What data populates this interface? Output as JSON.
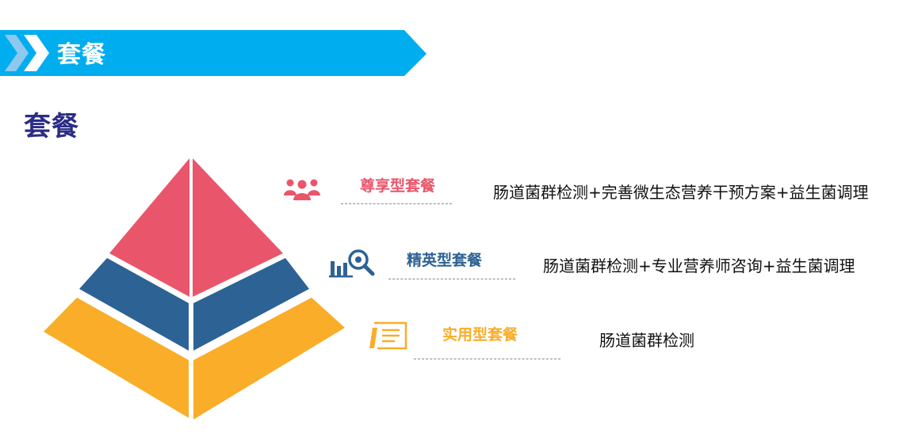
{
  "header": {
    "banner_title": "套餐",
    "banner_color": "#00aeef"
  },
  "page_title": "套餐",
  "tiers": [
    {
      "name": "尊享型套餐",
      "description": "肠道菌群检测+完善微生态营养干预方案+益生菌调理",
      "color": "#e9566b",
      "icon": "people-group-icon"
    },
    {
      "name": "精英型套餐",
      "description": "肠道菌群检测+专业营养师咨询+益生菌调理",
      "color": "#2d6294",
      "icon": "analytics-magnifier-icon"
    },
    {
      "name": "实用型套餐",
      "description": "肠道菌群检测",
      "color": "#f9ad29",
      "icon": "document-pen-icon"
    }
  ]
}
